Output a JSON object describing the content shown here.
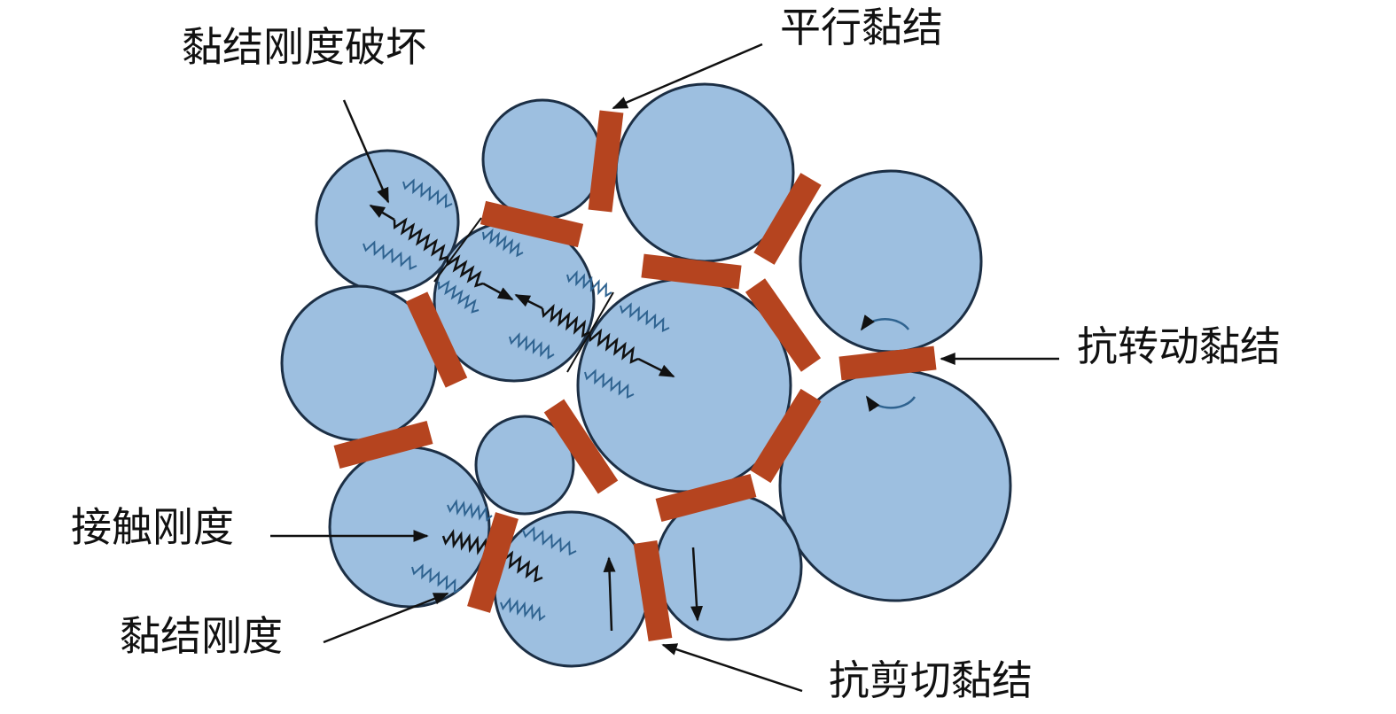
{
  "labels": {
    "bond_stiffness_failure": "黏结刚度破坏",
    "parallel_bond": "平行黏结",
    "rotation_resistant_bond": "抗转动黏结",
    "contact_stiffness": "接触刚度",
    "bond_stiffness": "黏结刚度",
    "shear_resistant_bond": "抗剪切黏结"
  },
  "colors": {
    "particle_fill": "#9dbfe0",
    "particle_stroke": "#1c2f45",
    "bond": "#b5441f",
    "spring_blue": "#2f6390",
    "spring_black": "#111111"
  }
}
